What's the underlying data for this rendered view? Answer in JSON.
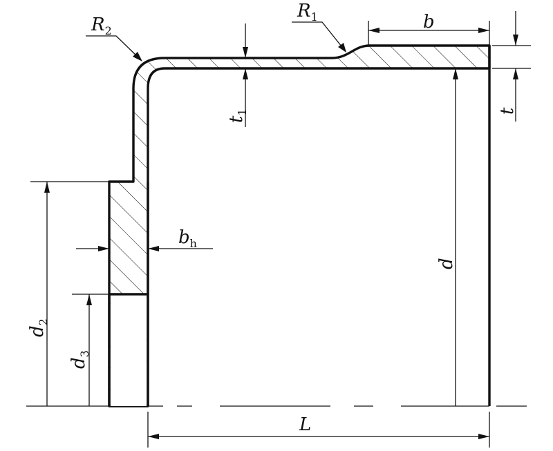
{
  "labels": {
    "R2": {
      "main": "R",
      "sub": "2"
    },
    "R1": {
      "main": "R",
      "sub": "1"
    },
    "b": {
      "main": "b"
    },
    "t": {
      "main": "t"
    },
    "t1": {
      "main": "t",
      "sub": "1"
    },
    "bh": {
      "main": "b",
      "sub": "h"
    },
    "d": {
      "main": "d"
    },
    "d2": {
      "main": "d",
      "sub": "2"
    },
    "d3": {
      "main": "d",
      "sub": "3"
    },
    "L": {
      "main": "L"
    }
  }
}
